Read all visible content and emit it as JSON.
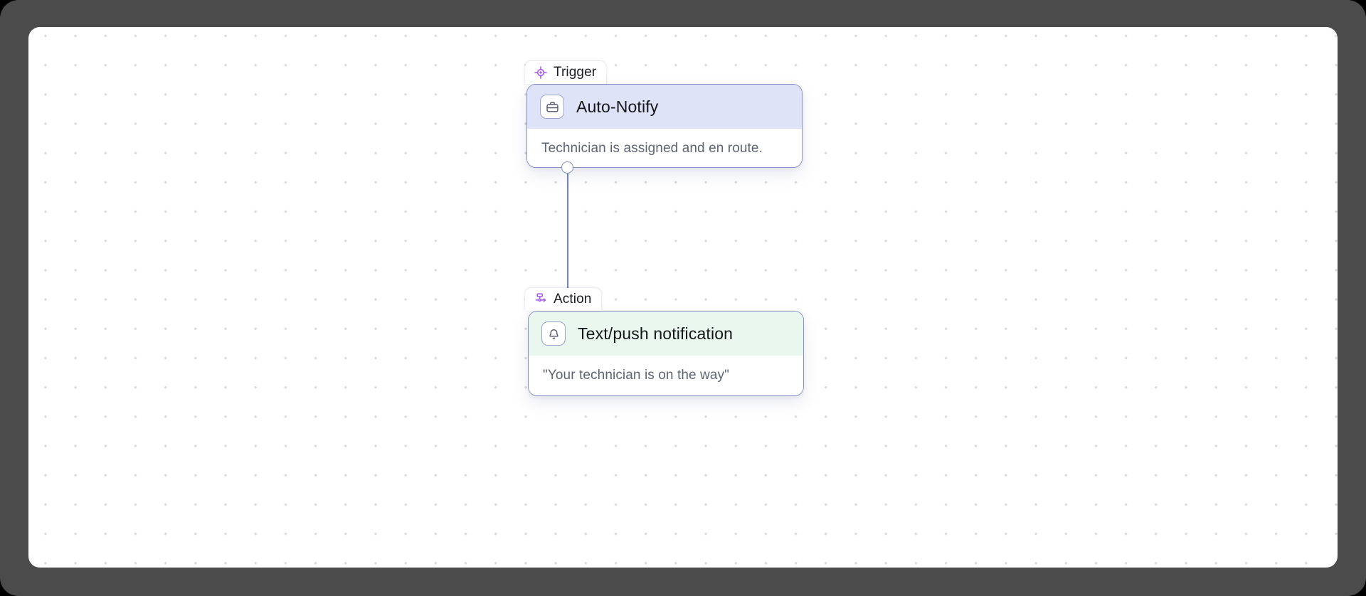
{
  "canvas": {
    "background_color": "#ffffff",
    "frame_color": "#4b4b4b",
    "dot_color": "#d9dadd"
  },
  "nodes": [
    {
      "id": "trigger-node",
      "badge_label": "Trigger",
      "badge_icon": "target-crosshair-icon",
      "title": "Auto-Notify",
      "title_icon": "briefcase-icon",
      "subtitle": "Technician is assigned and en route.",
      "header_color": "#dfe3f8",
      "border_color": "#8791c4"
    },
    {
      "id": "action-node",
      "badge_label": "Action",
      "badge_icon": "workflow-branch-icon",
      "title": "Text/push notification",
      "title_icon": "bell-icon",
      "subtitle": "\"Your technician is on the way\"",
      "header_color": "#e9f7ee",
      "border_color": "#8791c4"
    }
  ],
  "edges": [
    {
      "id": "trigger-to-action",
      "from": "trigger-node",
      "to": "action-node",
      "color": "#7b86bd",
      "arrow": "down"
    }
  ]
}
